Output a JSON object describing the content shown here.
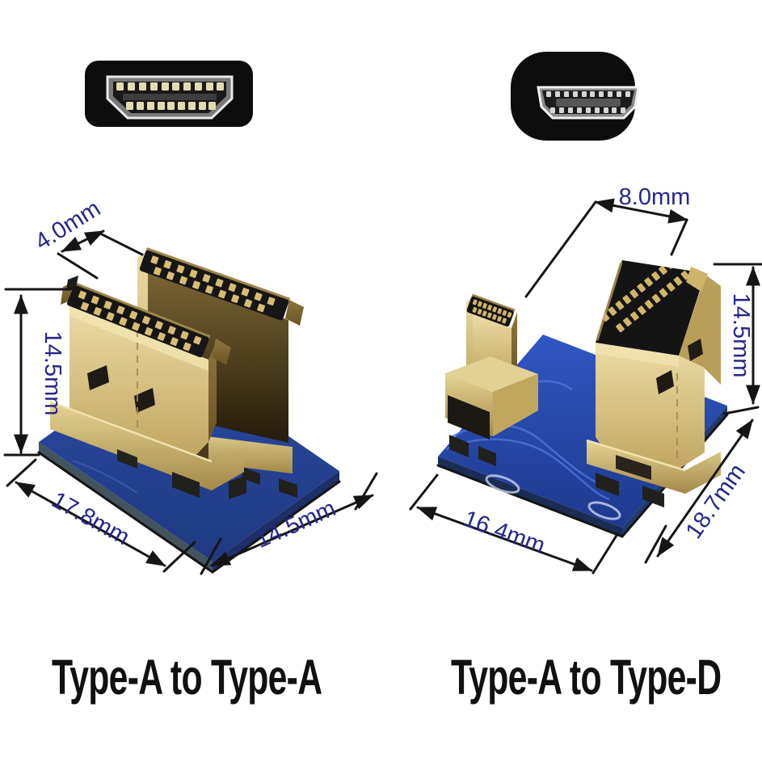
{
  "colors": {
    "background": "#ffffff",
    "dimension_label": "#26268c",
    "dimension_line": "#151515",
    "pcb_blue": "#2a4cb0",
    "connector_gold": "#d2ba76",
    "connector_black": "#141414",
    "caption_text": "#111111"
  },
  "ports": {
    "left_icon": "hdmi-type-a-port-face",
    "right_icon": "hdmi-type-d-micro-port-face"
  },
  "adapters": {
    "left": {
      "caption": "Type-A to Type-A",
      "dimensions": {
        "top_gap": "4.0mm",
        "height": "14.5mm",
        "board_length": "17.8mm",
        "board_width": "14.5mm"
      }
    },
    "right": {
      "caption": "Type-A to Type-D",
      "dimensions": {
        "micro_width": "8.0mm",
        "height": "14.5mm",
        "board_length": "16.4mm",
        "board_width": "18.7mm"
      }
    }
  }
}
